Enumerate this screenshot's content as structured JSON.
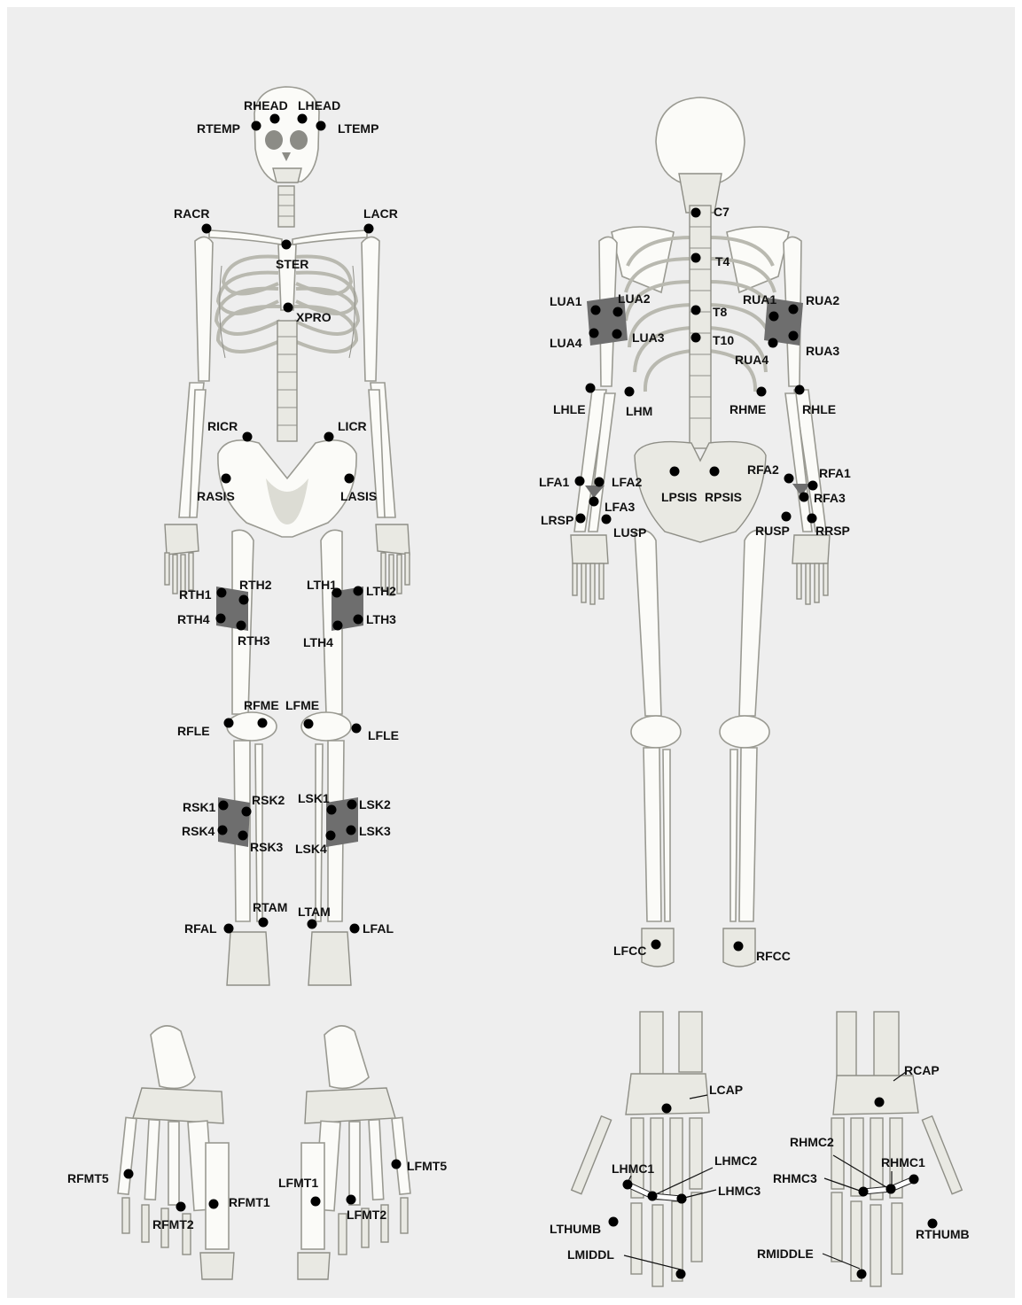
{
  "colors": {
    "background": "#eeeeee",
    "bone": "#fbfbf8",
    "marker": "#000000",
    "plate": "#6e6e6e"
  },
  "labels": {
    "RHEAD": "RHEAD",
    "LHEAD": "LHEAD",
    "RTEMP": "RTEMP",
    "LTEMP": "LTEMP",
    "RACR": "RACR",
    "LACR": "LACR",
    "STER": "STER",
    "XPRO": "XPRO",
    "RICR": "RICR",
    "LICR": "LICR",
    "RASIS": "RASIS",
    "LASIS": "LASIS",
    "RTH1": "RTH1",
    "RTH2": "RTH2",
    "RTH3": "RTH3",
    "RTH4": "RTH4",
    "LTH1": "LTH1",
    "LTH2": "LTH2",
    "LTH3": "LTH3",
    "LTH4": "LTH4",
    "RFME": "RFME",
    "LFME": "LFME",
    "RFLE": "RFLE",
    "LFLE": "LFLE",
    "RSK1": "RSK1",
    "RSK2": "RSK2",
    "RSK3": "RSK3",
    "RSK4": "RSK4",
    "LSK1": "LSK1",
    "LSK2": "LSK2",
    "LSK3": "LSK3",
    "LSK4": "LSK4",
    "RTAM": "RTAM",
    "LTAM": "LTAM",
    "RFAL": "RFAL",
    "LFAL": "LFAL",
    "C7": "C7",
    "T4": "T4",
    "T8": "T8",
    "T10": "T10",
    "LUA1": "LUA1",
    "LUA2": "LUA2",
    "LUA3": "LUA3",
    "LUA4": "LUA4",
    "RUA1": "RUA1",
    "RUA2": "RUA2",
    "RUA3": "RUA3",
    "RUA4": "RUA4",
    "LHLE": "LHLE",
    "LHM": "LHM",
    "RHME": "RHME",
    "RHLE": "RHLE",
    "LFA1": "LFA1",
    "LFA2": "LFA2",
    "LFA3": "LFA3",
    "RFA1": "RFA1",
    "RFA2": "RFA2",
    "RFA3": "RFA3",
    "LPSIS": "LPSIS",
    "RPSIS": "RPSIS",
    "LRSP": "LRSP",
    "LUSP": "LUSP",
    "RUSP": "RUSP",
    "RRSP": "RRSP",
    "LFCC": "LFCC",
    "RFCC": "RFCC",
    "RFMT5": "RFMT5",
    "RFMT1": "RFMT1",
    "RFMT2": "RFMT2",
    "LFMT5": "LFMT5",
    "LFMT1": "LFMT1",
    "LFMT2": "LFMT2",
    "LCAP": "LCAP",
    "RCAP": "RCAP",
    "LHMC1": "LHMC1",
    "LHMC2": "LHMC2",
    "LHMC3": "LHMC3",
    "RHMC1": "RHMC1",
    "RHMC2": "RHMC2",
    "RHMC3": "RHMC3",
    "LTHUMB": "LTHUMB",
    "RTHUMB": "RTHUMB",
    "LMIDDL": "LMIDDL",
    "RMIDDLE": "RMIDDLE"
  }
}
